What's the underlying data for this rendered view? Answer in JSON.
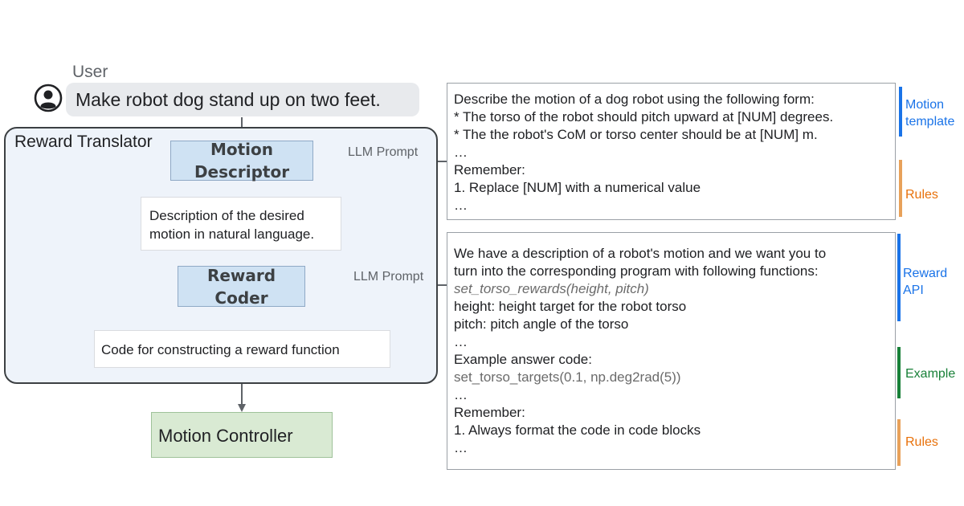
{
  "user": {
    "label": "User",
    "message": "Make robot dog stand up on two feet."
  },
  "reward_translator": {
    "title": "Reward Translator",
    "motion_descriptor": {
      "line1": "Motion",
      "line2": "Descriptor"
    },
    "description_output": {
      "line1": "Description of the desired",
      "line2": "motion in natural language."
    },
    "reward_coder": {
      "line1": "Reward",
      "line2": "Coder"
    },
    "code_output": "Code for constructing a reward function"
  },
  "motion_controller": "Motion Controller",
  "llm_prompt_label": "LLM Prompt",
  "prompt_motion_descriptor": {
    "lines": [
      "Describe the motion of a dog robot using the following form:",
      "* The torso of the robot should pitch upward at [NUM] degrees.",
      "* The the robot's CoM or torso center should be at [NUM] m.",
      "…",
      "Remember:",
      "1. Replace [NUM] with a numerical value",
      "…"
    ]
  },
  "prompt_reward_coder": {
    "lines": [
      "We have a description of a robot's motion and we want you to",
      "turn into the corresponding program with following functions:",
      "set_torso_rewards(height, pitch)",
      "height: height target for the robot torso",
      "pitch: pitch angle of the torso",
      "…",
      "Example answer code:",
      "set_torso_targets(0.1, np.deg2rad(5))",
      "…",
      "Remember:",
      "1. Always format the code in code blocks",
      "…"
    ]
  },
  "side_labels": {
    "motion_template": {
      "line1": "Motion",
      "line2": "template"
    },
    "rules_1": "Rules",
    "reward_api": {
      "line1": "Reward",
      "line2": "API"
    },
    "example": "Example",
    "rules_2": "Rules"
  },
  "colors": {
    "blue": "#1a73e8",
    "orange": "#e8710a",
    "green": "#188038",
    "module_fill": "#cfe2f3",
    "controller_fill": "#d9ead3",
    "container_fill": "#eef3fa"
  },
  "icons": {
    "user_avatar": "account-circle-icon"
  }
}
